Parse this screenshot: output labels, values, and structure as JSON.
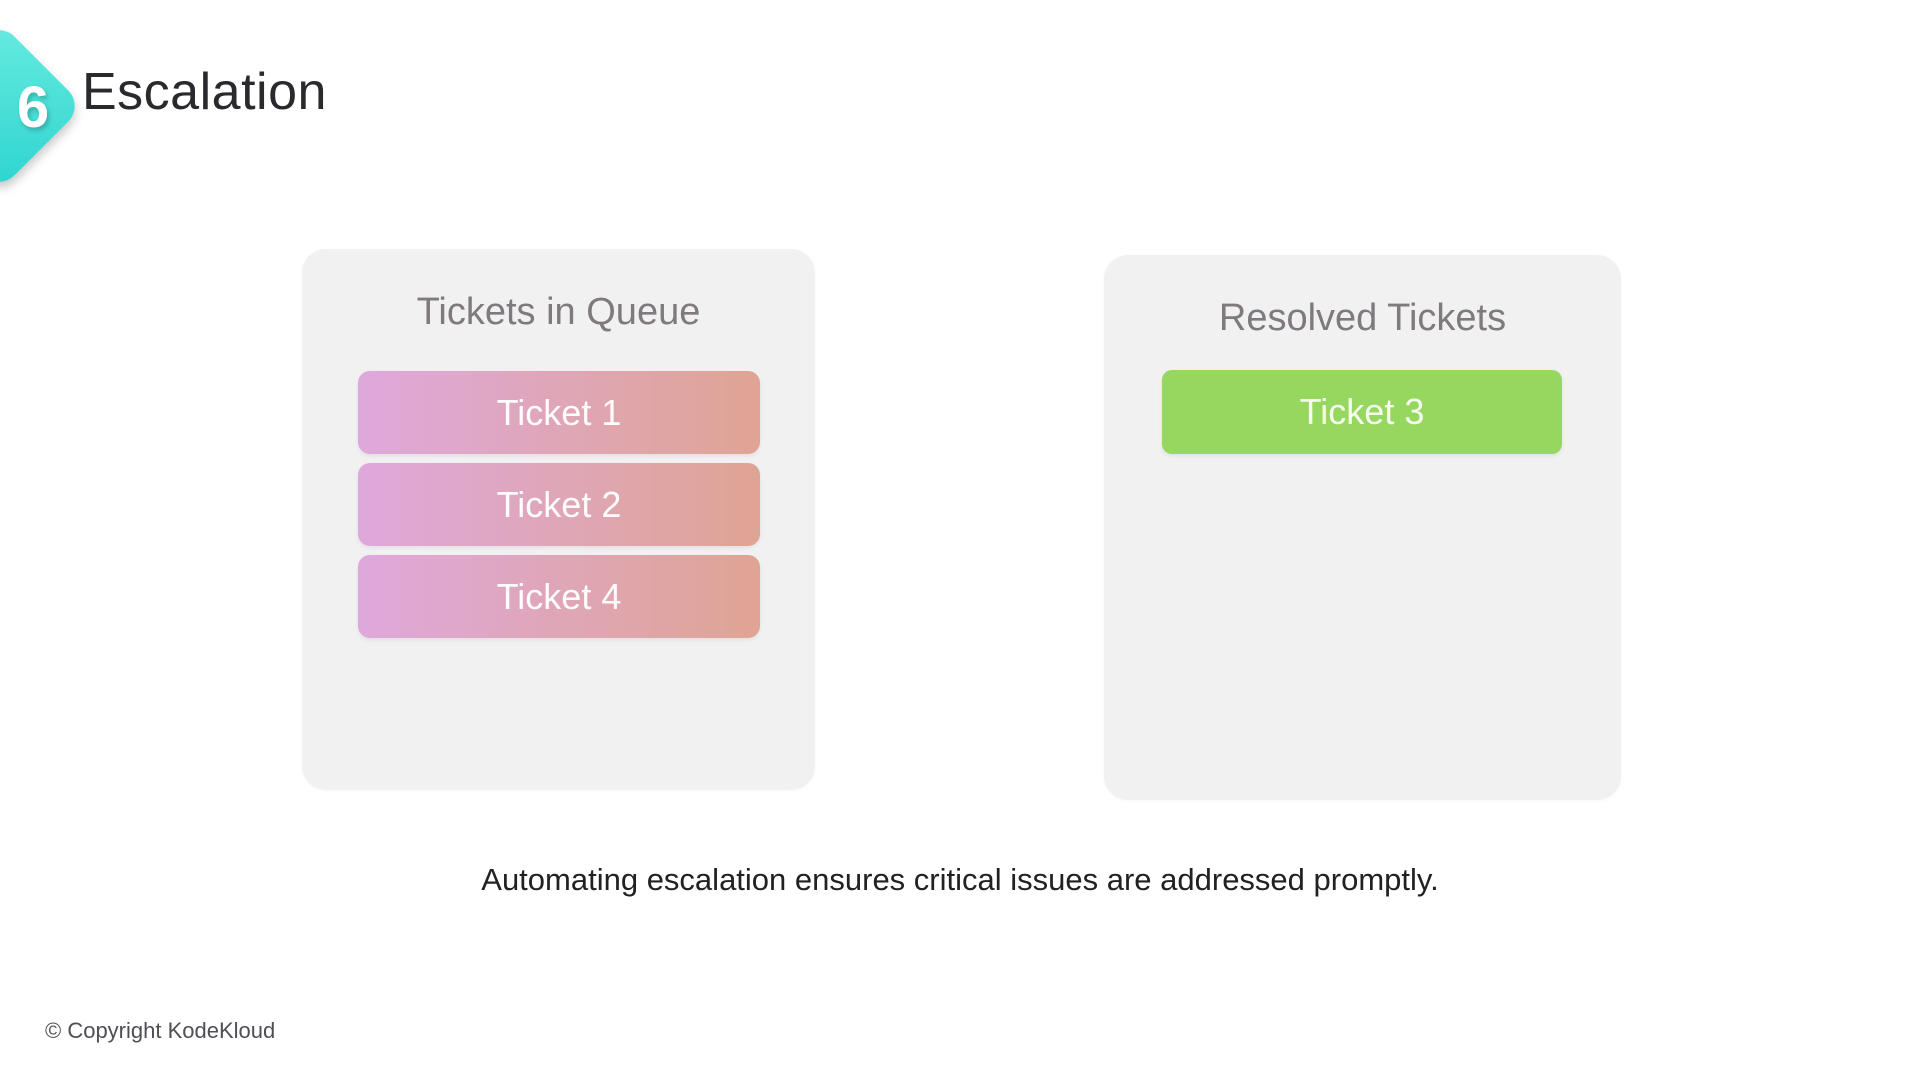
{
  "slide": {
    "step_number": "6",
    "title": "Escalation",
    "caption": "Automating escalation ensures critical issues are addressed promptly.",
    "footer": "© Copyright KodeKloud"
  },
  "queue_panel": {
    "title": "Tickets in Queue",
    "tickets": [
      {
        "label": "Ticket 1"
      },
      {
        "label": "Ticket 2"
      },
      {
        "label": "Ticket 4"
      }
    ]
  },
  "resolved_panel": {
    "title": "Resolved Tickets",
    "tickets": [
      {
        "label": "Ticket 3"
      }
    ]
  },
  "colors": {
    "accent_teal_light": "#67ebe0",
    "accent_teal_dark": "#2dd4cf",
    "panel_bg": "#f2f1f2",
    "ticket_gradient_start": "#dfa8dc",
    "ticket_gradient_end": "#dfa493",
    "resolved_green": "#96d85f"
  }
}
